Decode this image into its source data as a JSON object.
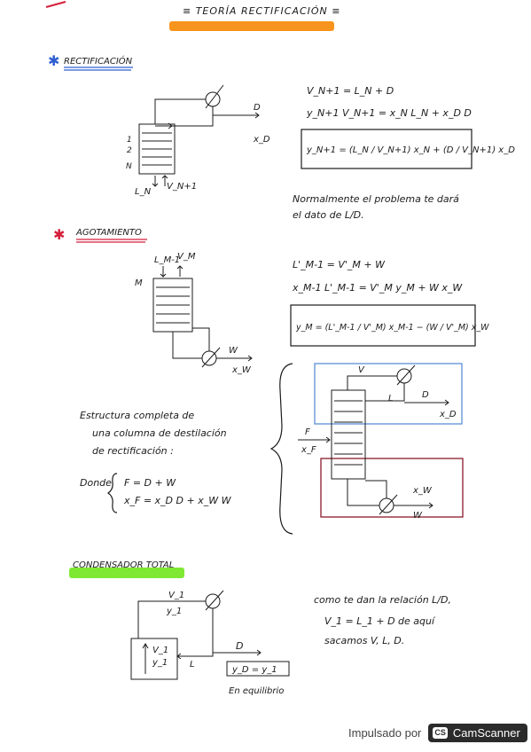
{
  "title": "≡ TEORÍA RECTIFICACIÓN ≡",
  "sections": {
    "rectificacion": {
      "heading": "RECTIFICACIÓN",
      "eq1": "V_N+1 = L_N + D",
      "eq2": "y_N+1 V_N+1 = x_N L_N + x_D D",
      "eq3": "y_N+1 = (L_N / V_N+1) x_N + (D / V_N+1) x_D",
      "note_line1": "Normalmente el problema te dará",
      "note_line2": "el dato de L/D.",
      "labels": {
        "stage_1": "1",
        "stage_2": "2",
        "stage_n": "N",
        "ln": "L_N",
        "vn1": "V_N+1",
        "d": "D",
        "xd": "x_D"
      }
    },
    "agotamiento": {
      "heading": "AGOTAMIENTO",
      "eq1": "L'_M-1 = V'_M + W",
      "eq2": "x_M-1 L'_M-1 = V'_M y_M + W x_W",
      "eq3": "y_M = (L'_M-1 / V'_M) x_M-1 − (W / V'_M) x_W",
      "labels": {
        "lm1": "L_M-1",
        "vm": "V_M",
        "m": "M",
        "w": "W",
        "xw": "x_W"
      }
    },
    "estructura": {
      "line1": "Estructura completa de",
      "line2": "una columna de destilación",
      "line3": "de rectificación :",
      "donde": "Donde",
      "eqF": "F = D + W",
      "eqXF": "x_F = x_D D + x_W W",
      "labels": {
        "v": "V",
        "l": "L",
        "d": "D",
        "xd": "x_D",
        "f": "F",
        "xf": "x_F",
        "xw": "x_W",
        "w": "W"
      }
    },
    "condensador": {
      "heading": "CONDENSADOR TOTAL",
      "note_line1": "como te dan la relación L/D,",
      "note_line2": "V_1 = L_1 + D   de aquí",
      "note_line3": "sacamos  V, L, D.",
      "equilibrio": "En equilibrio",
      "labels": {
        "v1": "V_1",
        "y1": "y_1",
        "d": "D",
        "l": "L",
        "yd": "y_D = y_1"
      }
    }
  },
  "watermark": {
    "label": "Impulsado por",
    "brand": "CamScanner",
    "logo": "CS"
  },
  "colors": {
    "orange": "#f7941d",
    "green": "#7ee832",
    "blue_box": "#5b8fd6",
    "red_box": "#8b1a2e",
    "star": "#d41f3a",
    "blue_star": "#2f5fd0"
  }
}
